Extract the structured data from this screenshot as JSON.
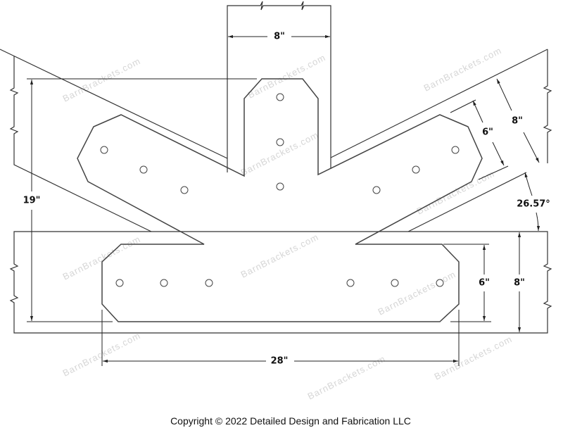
{
  "title": "Bracket drawing",
  "dimensions": {
    "post_width": "8\"",
    "overall_height": "19\"",
    "overall_width": "28\"",
    "rafter_width": "8\"",
    "rafter_plate_width": "6\"",
    "beam_plate_width": "6\"",
    "beam_width": "8\"",
    "angle": "26.57°"
  },
  "watermark": "BarnBrackets.com",
  "copyright": "Copyright © 2022 Detailed Design and Fabrication LLC"
}
